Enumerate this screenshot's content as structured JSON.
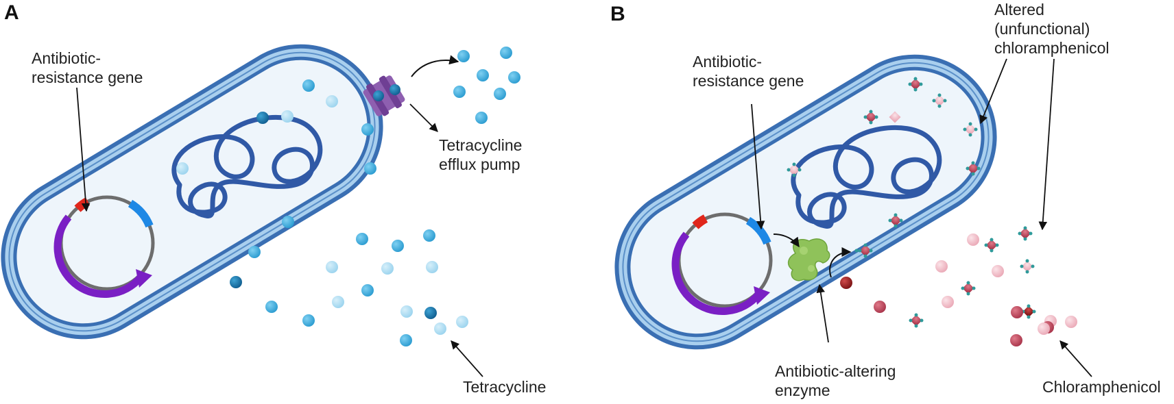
{
  "panels": {
    "a": {
      "letter": "A",
      "gene_label_line1": "Antibiotic-",
      "gene_label_line2": "resistance gene",
      "pump_label_line1": "Tetracycline",
      "pump_label_line2": "efflux pump",
      "drug_label": "Tetracycline"
    },
    "b": {
      "letter": "B",
      "gene_label_line1": "Antibiotic-",
      "gene_label_line2": "resistance gene",
      "altered_label_line1": "Altered",
      "altered_label_line2": "(unfunctional)",
      "altered_label_line3": "chloramphenicol",
      "enzyme_label_line1": "Antibiotic-altering",
      "enzyme_label_line2": "enzyme",
      "drug_label": "Chloramphenicol"
    }
  },
  "colors": {
    "membrane_dark": "#3a6fb3",
    "membrane_light": "#a9cfee",
    "cytoplasm": "#eef5fb",
    "chromosome": "#3059a6",
    "plasmid_gray": "#6d6d6d",
    "plasmid_red": "#e0261b",
    "plasmid_blue": "#1e88e5",
    "plasmid_purple": "#7a1fc4",
    "tetracycline": "#38a9da",
    "pump": "#8e5fb0",
    "enzyme": "#8fc25a",
    "chloramphenicol": "#c8576a"
  }
}
